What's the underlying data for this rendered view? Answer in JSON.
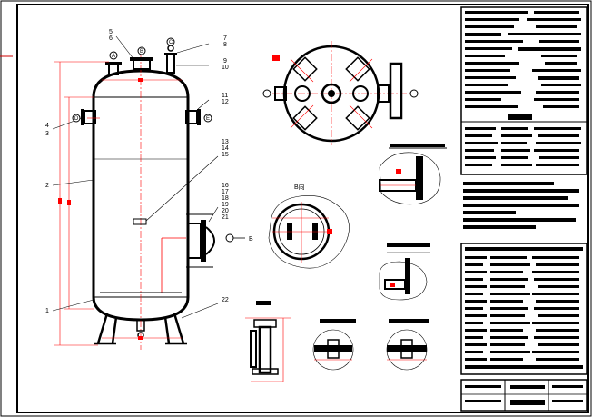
{
  "colors": {
    "line": "#000000",
    "dim": "#ff0000",
    "paper": "#ffffff"
  },
  "callouts": {
    "n1": "1",
    "n2": "2",
    "n3": "3",
    "n4": "4",
    "n5": "5",
    "n6": "6",
    "n7": "7",
    "n8": "8",
    "n9": "9",
    "n10": "10",
    "n11": "11",
    "n12": "12",
    "n13": "13",
    "n14": "14",
    "n15": "15",
    "n16": "16",
    "n17": "17",
    "n18": "18",
    "n19": "19",
    "n20": "20",
    "n21": "21",
    "n22": "22"
  },
  "nozzles": {
    "a": "A",
    "b": "B",
    "c": "C",
    "d": "D",
    "e": "E"
  },
  "views": {
    "section_b": "B向",
    "section_arrow": "B"
  }
}
